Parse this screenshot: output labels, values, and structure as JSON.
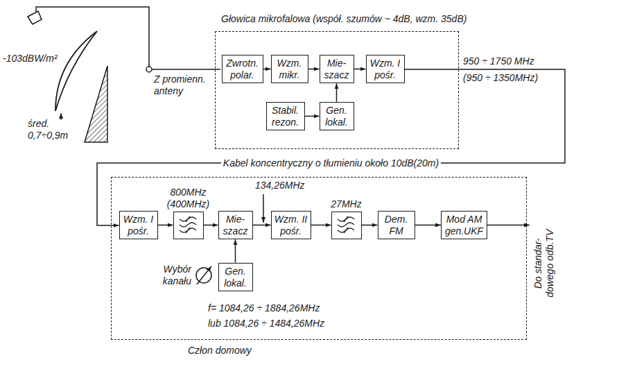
{
  "diagram": {
    "nodes": [
      {
        "text": [
          "Głowica mikrofalowa (współ. szumów ~ 4dB, wzm. 35dB)"
        ]
      },
      {
        "text": [
          "Zwrotn. polar."
        ],
        "in": 0
      },
      {
        "text": [
          "Wzm. mikr."
        ],
        "in": 0
      },
      {
        "text": [
          "Mie- szacz"
        ],
        "in": 0
      },
      {
        "text": [
          "Wzm. I pośr."
        ],
        "in": 0
      },
      {
        "text": [
          "Stabil. rezon."
        ],
        "in": 0
      },
      {
        "text": [
          "Gen. lokal."
        ],
        "in": 0
      },
      {
        "text": [
          "Człon domowy"
        ]
      },
      {
        "text": [
          "Wzm. I pośr."
        ],
        "in": 7
      },
      {
        "text": [
          "800MHz (400MHz)"
        ],
        "in": 7
      },
      {
        "text": [
          "Mie- szacz"
        ],
        "in": 7
      },
      {
        "text": [
          "Wzm. II pośr."
        ],
        "in": 7
      },
      {
        "text": [
          "27MHz"
        ],
        "in": 7
      },
      {
        "text": [
          "Dem. FM"
        ],
        "in": 7
      },
      {
        "text": [
          "Mod AM gen.UKF"
        ],
        "in": 7
      },
      {
        "text": [
          "Gen. lokal."
        ],
        "in": 7
      }
    ],
    "edges": [
      {
        "from": 1,
        "to": 2,
        "arrow": "to"
      },
      {
        "from": 2,
        "to": 3,
        "arrow": "to"
      },
      {
        "from": 3,
        "to": 4,
        "arrow": "to"
      },
      {
        "from": 5,
        "to": 6,
        "arrow": "to"
      },
      {
        "from": 6,
        "to": 3,
        "arrow": "to"
      },
      {
        "from": 4,
        "to": 8,
        "label": "Kabel koncentryczny o tłumieniu około 10dB(20m)",
        "arrow": "to"
      },
      {
        "from": 8,
        "to": 9,
        "arrow": "to"
      },
      {
        "from": 9,
        "to": 10,
        "arrow": "to"
      },
      {
        "from": 10,
        "to": 11,
        "arrow": "to"
      },
      {
        "from": 11,
        "to": 12,
        "arrow": "to"
      },
      {
        "from": 12,
        "to": 13,
        "arrow": "to"
      },
      {
        "from": 13,
        "to": 14,
        "arrow": "to"
      },
      {
        "from": 15,
        "to": 10,
        "arrow": "to"
      }
    ],
    "labels": [
      "-103dBW/m²",
      "śred. 0,7÷0,9m",
      "Z promienn. anteny",
      "950 ÷ 1750 MHz",
      "(950 ÷ 1350MHz)",
      "134,26MHz",
      "Wybór kanału",
      "f= 1084,26 ÷ 1884,26MHz",
      "lub 1084,26 ÷ 1484,26MHz",
      "Do standar- dowego odb.TV"
    ]
  }
}
